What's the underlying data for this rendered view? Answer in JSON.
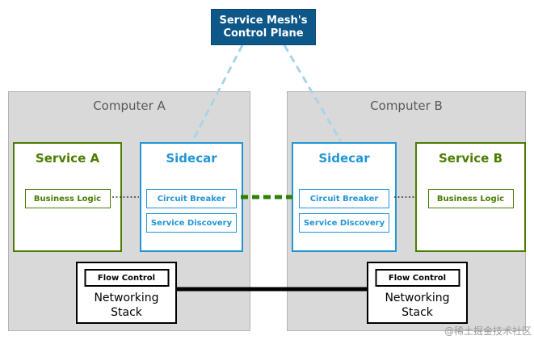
{
  "control_plane": {
    "line1": "Service Mesh's",
    "line2": "Control Plane"
  },
  "computers": {
    "a": {
      "title": "Computer A",
      "service_title": "Service A",
      "business_logic": "Business Logic",
      "sidecar_title": "Sidecar",
      "circuit_breaker": "Circuit Breaker",
      "service_discovery": "Service Discovery",
      "flow_control": "Flow Control",
      "networking_line1": "Networking",
      "networking_line2": "Stack"
    },
    "b": {
      "title": "Computer B",
      "service_title": "Service B",
      "business_logic": "Business Logic",
      "sidecar_title": "Sidecar",
      "circuit_breaker": "Circuit Breaker",
      "service_discovery": "Service Discovery",
      "flow_control": "Flow Control",
      "networking_line1": "Networking",
      "networking_line2": "Stack"
    }
  },
  "watermark": "@稀土掘金技术社区",
  "colors": {
    "control_plane_bg": "#0e5789",
    "green": "#4a7d00",
    "green_link": "#2e8000",
    "blue": "#2196d6",
    "light_blue_link": "#a8d4ec",
    "computer_bg": "#d9d9d9",
    "computer_title_text": "#595959",
    "black_link": "#000000"
  }
}
